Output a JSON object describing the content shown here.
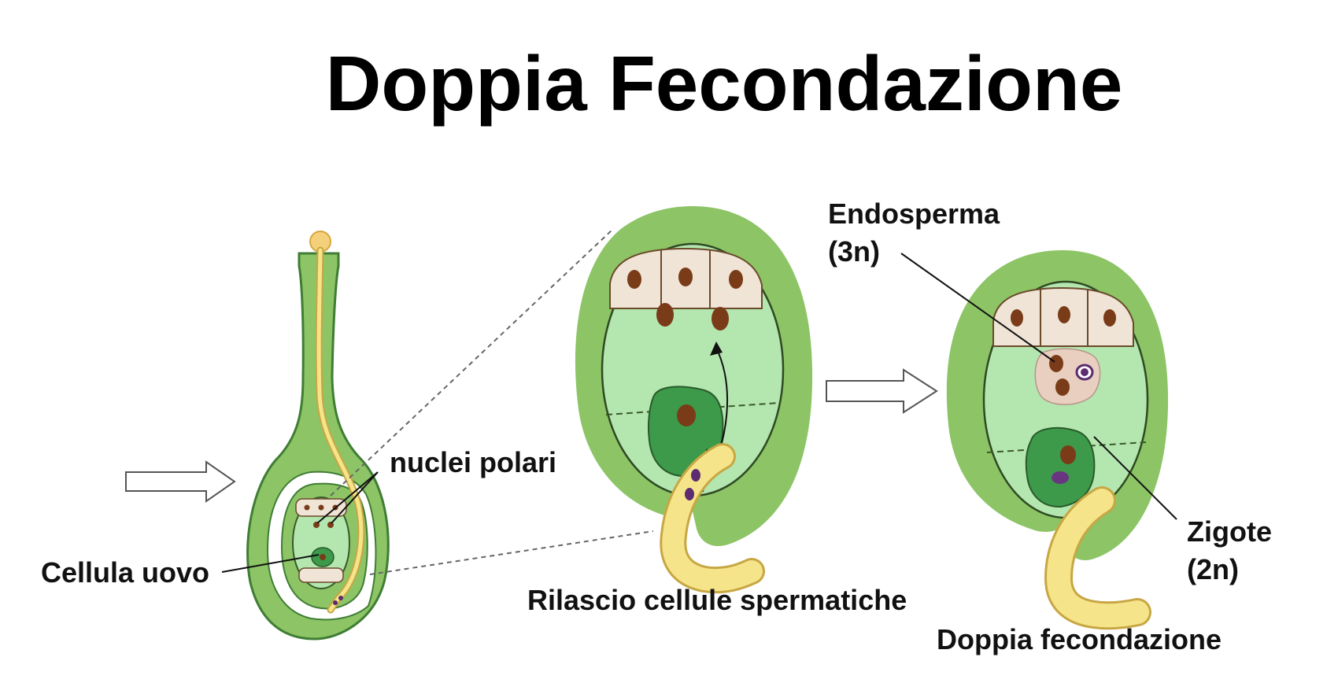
{
  "title": "Doppia Fecondazione",
  "labels": {
    "nuclei_polari": "nuclei polari",
    "cellula_uovo": "Cellula uovo",
    "rilascio": "Rilascio cellule spermatiche",
    "endosperma_line1": "Endosperma",
    "endosperma_line2": "(3n)",
    "zigote_line1": "Zigote",
    "zigote_line2": "(2n)",
    "doppia_fecondazione": "Doppia fecondazione"
  },
  "colors": {
    "outer_tissue": "#8cc466",
    "inner_sac": "#b4e6b0",
    "egg_cell": "#3c9a4a",
    "pollen_tube": "#f6e48a",
    "nucleus": "#7a3b18",
    "sperm_nucleus": "#5b2c6f",
    "antipodal": "#efe4d6",
    "outline": "#3a5a2a"
  }
}
